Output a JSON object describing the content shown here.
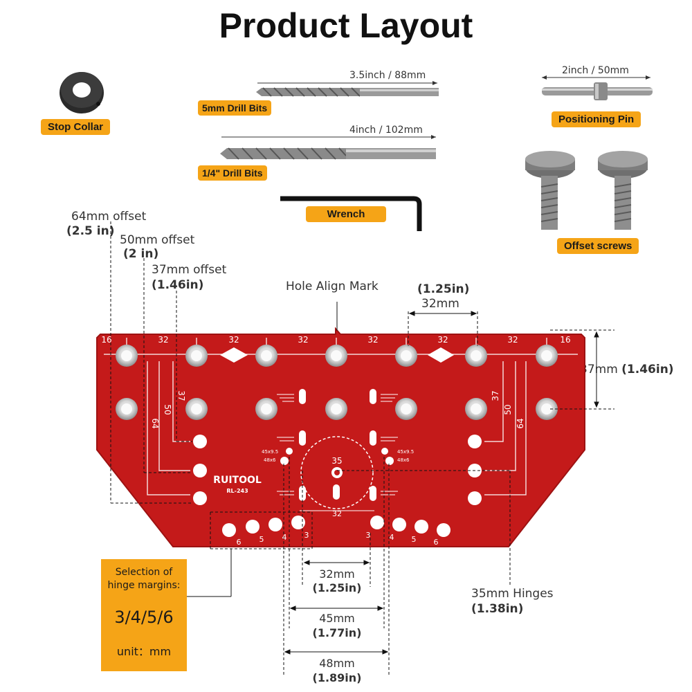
{
  "title": "Product Layout",
  "accessories": {
    "stop_collar": "Stop Collar",
    "drill_5mm": {
      "label": "5mm Drill Bits",
      "length": "3.5inch / 88mm"
    },
    "drill_quarter": {
      "label": "1/4\" Drill Bits",
      "length": "4inch / 102mm"
    },
    "wrench": "Wrench",
    "positioning_pin": {
      "label": "Positioning Pin",
      "length": "2inch / 50mm"
    },
    "offset_screws": "Offset screws"
  },
  "offsets": [
    {
      "mm": "64mm offset",
      "inch": "(2.5 in)"
    },
    {
      "mm": "50mm offset",
      "inch": "(2 in)"
    },
    {
      "mm": "37mm offset",
      "inch": "(1.46in)"
    }
  ],
  "hole_align": "Hole Align Mark",
  "spacing_top": {
    "inch": "(1.25in)",
    "mm": "32mm"
  },
  "vertical_dim": {
    "mm": "37mm ",
    "inch": "(1.46in)"
  },
  "jig": {
    "brand": "RUITOOL",
    "model": "RL-243",
    "top_scale": [
      "16",
      "32",
      "32",
      "32",
      "32",
      "32",
      "32",
      "16"
    ],
    "offset_numbers_left": [
      "64",
      "50",
      "37"
    ],
    "offset_numbers_right": [
      "37",
      "50",
      "64"
    ],
    "hinge_center": "35",
    "hinge_bottom": "32",
    "slot_labels": [
      "45x9.5",
      "48x6"
    ],
    "margin_left": [
      "6",
      "5",
      "4",
      "3"
    ],
    "margin_right": [
      "3",
      "4",
      "5",
      "6"
    ]
  },
  "bottom_dims": [
    {
      "mm": "32mm",
      "inch": "(1.25in)"
    },
    {
      "mm": "45mm",
      "inch": "(1.77in)"
    },
    {
      "mm": "48mm",
      "inch": "(1.89in)"
    }
  ],
  "hinges": {
    "mm": "35mm Hinges",
    "inch": "(1.38in)"
  },
  "margin_box": {
    "line1": "Selection of",
    "line2": "hinge margins:",
    "values": "3/4/5/6",
    "unit": "unit：mm"
  },
  "colors": {
    "jig_red": "#c41a1a",
    "label_orange": "#f5a417"
  }
}
